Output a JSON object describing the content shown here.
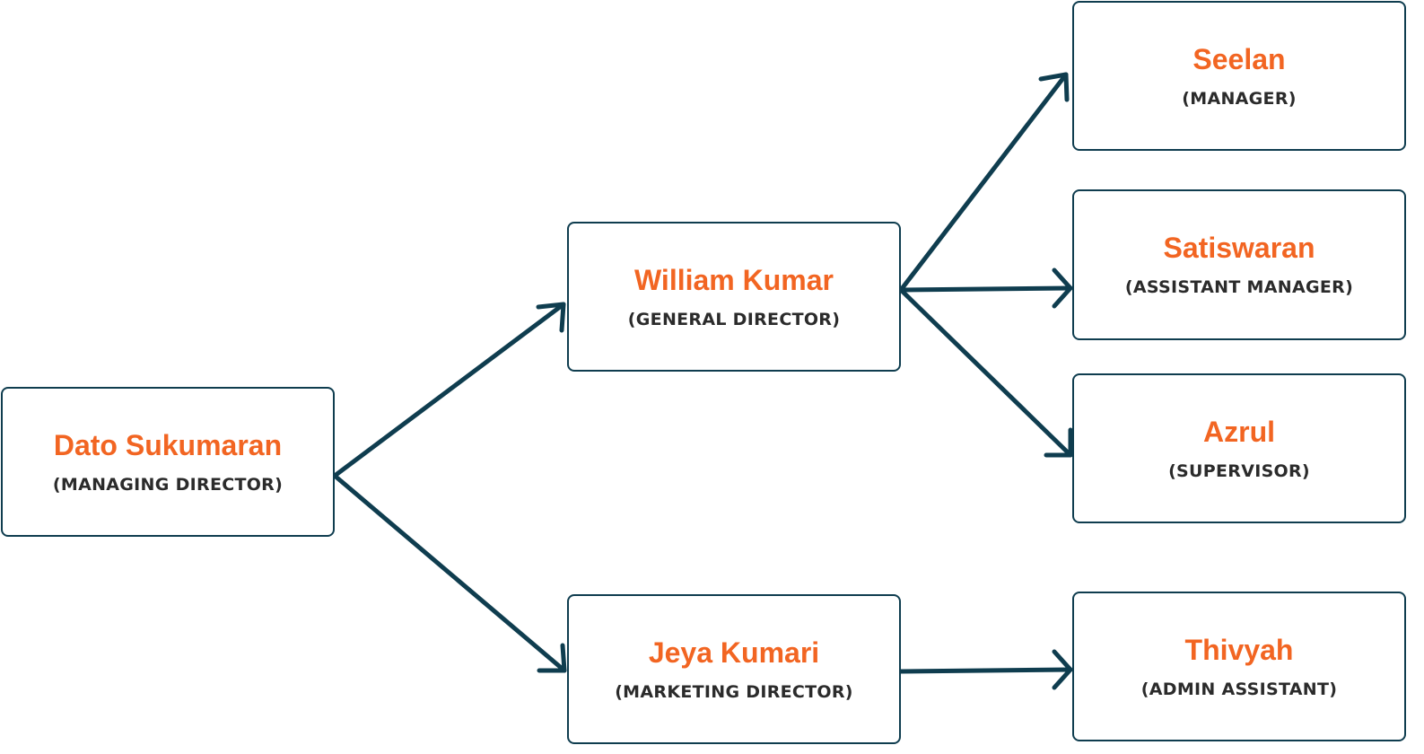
{
  "nodes": {
    "dato": {
      "name": "Dato Sukumaran",
      "role": "(MANAGING DIRECTOR)"
    },
    "william": {
      "name": "William Kumar",
      "role": "(GENERAL DIRECTOR)"
    },
    "jeya": {
      "name": "Jeya Kumari",
      "role": "(MARKETING DIRECTOR)"
    },
    "seelan": {
      "name": "Seelan",
      "role": "(MANAGER)"
    },
    "satis": {
      "name": "Satiswaran",
      "role": "(ASSISTANT MANAGER)"
    },
    "azrul": {
      "name": "Azrul",
      "role": "(SUPERVISOR)"
    },
    "thivyah": {
      "name": "Thivyah",
      "role": "(ADMIN ASSISTANT)"
    }
  },
  "edges": [
    {
      "from": "dato",
      "to": "william"
    },
    {
      "from": "dato",
      "to": "jeya"
    },
    {
      "from": "william",
      "to": "seelan"
    },
    {
      "from": "william",
      "to": "satis"
    },
    {
      "from": "william",
      "to": "azrul"
    },
    {
      "from": "jeya",
      "to": "thivyah"
    }
  ],
  "colors": {
    "name_text": "#f26522",
    "role_text": "#2b2b2b",
    "border_and_arrow": "#0f3d4f",
    "background": "#ffffff"
  }
}
